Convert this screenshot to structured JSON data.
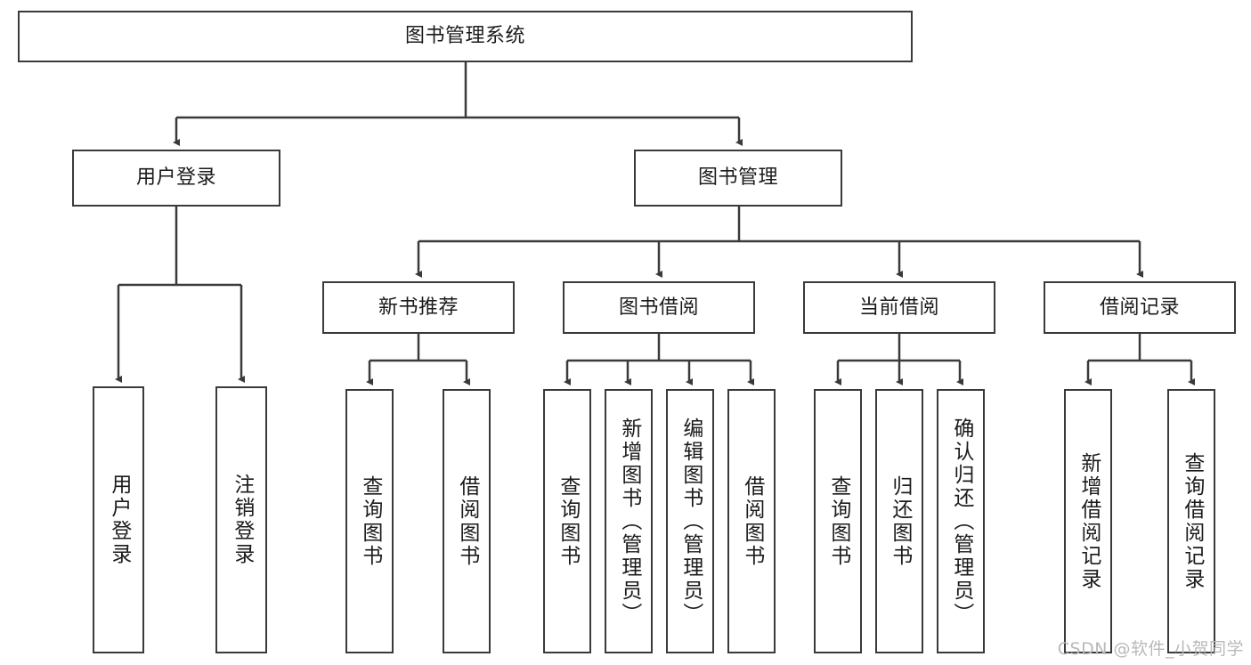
{
  "diagram": {
    "type": "tree",
    "title": "图书管理系统",
    "root": {
      "id": "root",
      "label": "图书管理系统"
    },
    "level2": [
      {
        "id": "user-login",
        "label": "用户登录"
      },
      {
        "id": "book-manage",
        "label": "图书管理"
      }
    ],
    "level3": [
      {
        "id": "new-book-recommend",
        "label": "新书推荐",
        "parent": "book-manage"
      },
      {
        "id": "book-borrow",
        "label": "图书借阅",
        "parent": "book-manage"
      },
      {
        "id": "current-borrow",
        "label": "当前借阅",
        "parent": "book-manage"
      },
      {
        "id": "borrow-record",
        "label": "借阅记录",
        "parent": "book-manage"
      }
    ],
    "leaves": {
      "user-login": [
        {
          "id": "leaf-user-login",
          "label": "用户登录"
        },
        {
          "id": "leaf-logout",
          "label": "注销登录"
        }
      ],
      "new-book-recommend": [
        {
          "id": "leaf-query-book-1",
          "label": "查询图书"
        },
        {
          "id": "leaf-borrow-book-1",
          "label": "借阅图书"
        }
      ],
      "book-borrow": [
        {
          "id": "leaf-query-book-2",
          "label": "查询图书"
        },
        {
          "id": "leaf-add-book",
          "label": "新增图书（管理员）"
        },
        {
          "id": "leaf-edit-book",
          "label": "编辑图书（管理员）"
        },
        {
          "id": "leaf-borrow-book-2",
          "label": "借阅图书"
        }
      ],
      "current-borrow": [
        {
          "id": "leaf-query-book-3",
          "label": "查询图书"
        },
        {
          "id": "leaf-return-book",
          "label": "归还图书"
        },
        {
          "id": "leaf-confirm-return",
          "label": "确认归还（管理员）"
        }
      ],
      "borrow-record": [
        {
          "id": "leaf-add-record",
          "label": "新增借阅记录"
        },
        {
          "id": "leaf-query-record",
          "label": "查询借阅记录"
        }
      ]
    },
    "colors": {
      "stroke": "#3a3a3a",
      "text": "#1b1b1b",
      "background": "#ffffff",
      "watermark": "#b9b9b9"
    }
  },
  "watermark": {
    "text": "CSDN @软件_小贺同学"
  }
}
